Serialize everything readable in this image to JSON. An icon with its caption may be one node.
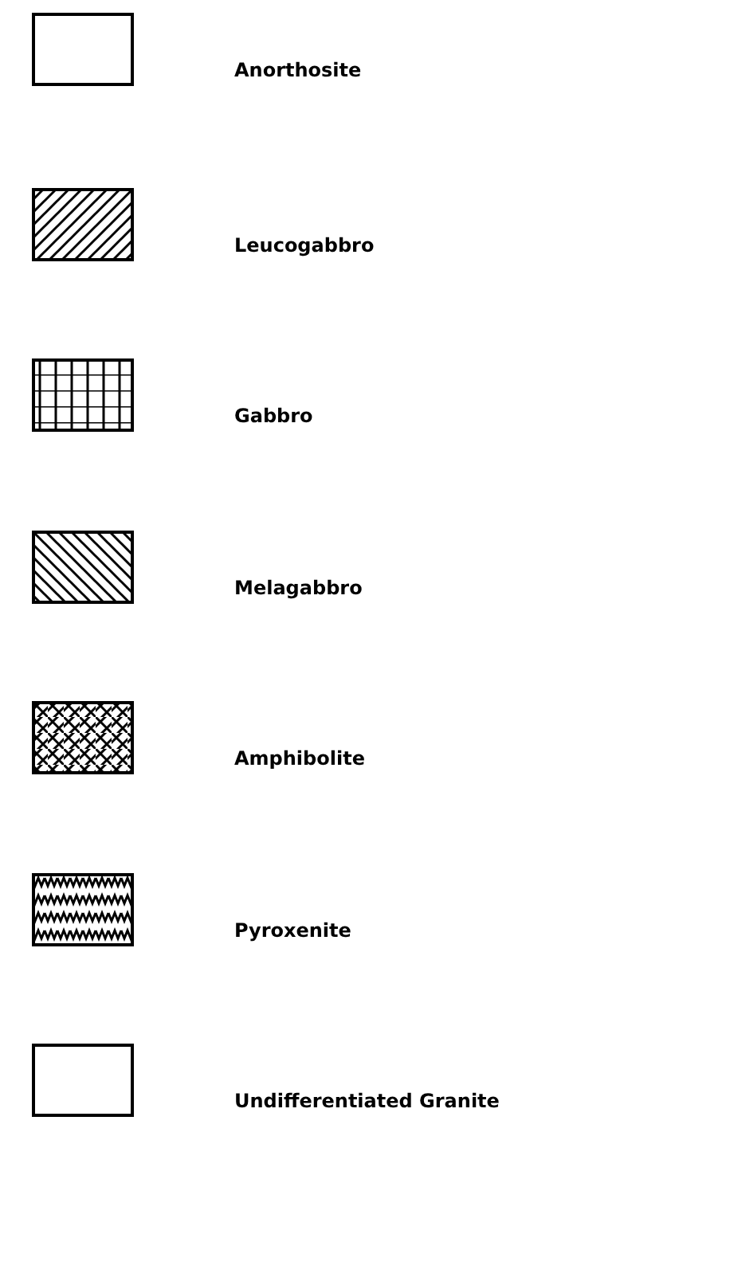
{
  "diagram": {
    "legend": [
      {
        "text": "Anorthosite"
      },
      {
        "text": "Leucogabbro"
      },
      {
        "text": "Gabbro"
      },
      {
        "text": "Melagabbro"
      },
      {
        "text": "Amphibolite"
      },
      {
        "text": "Pyroxenite"
      },
      {
        "text": "Undifferentiated Granite"
      }
    ]
  }
}
